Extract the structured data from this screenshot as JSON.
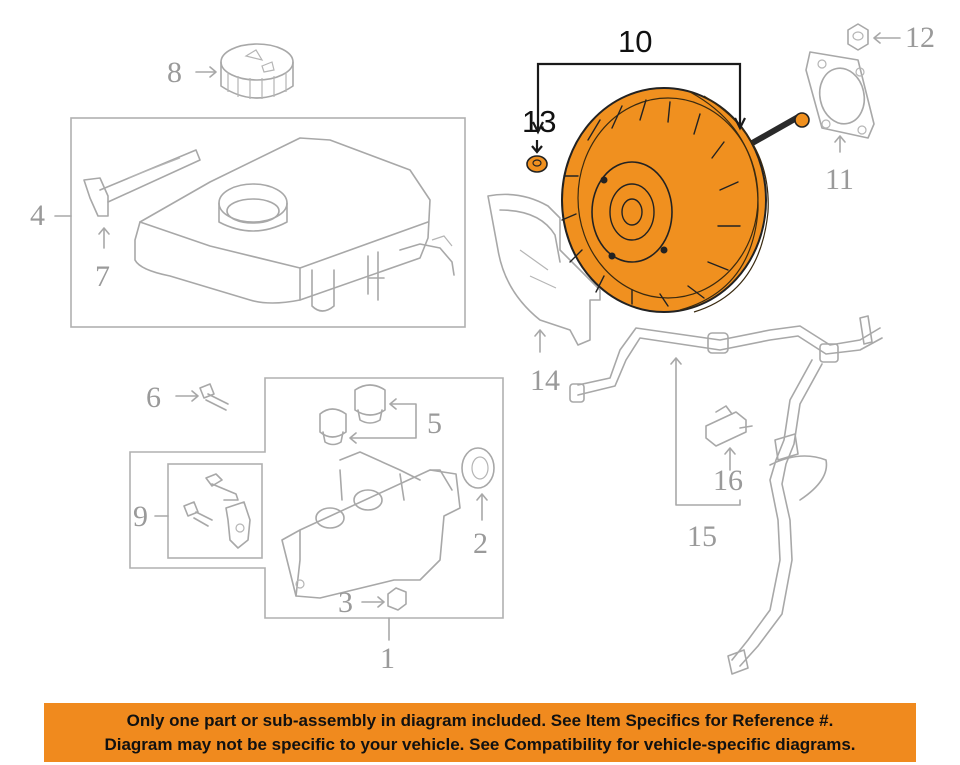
{
  "diagram": {
    "callouts": [
      {
        "id": "c1",
        "text": "1"
      },
      {
        "id": "c2",
        "text": "2"
      },
      {
        "id": "c3",
        "text": "3"
      },
      {
        "id": "c4",
        "text": "4"
      },
      {
        "id": "c5",
        "text": "5"
      },
      {
        "id": "c6",
        "text": "6"
      },
      {
        "id": "c7",
        "text": "7"
      },
      {
        "id": "c8",
        "text": "8"
      },
      {
        "id": "c9",
        "text": "9"
      },
      {
        "id": "c10",
        "text": "10"
      },
      {
        "id": "c11",
        "text": "11"
      },
      {
        "id": "c12",
        "text": "12"
      },
      {
        "id": "c13",
        "text": "13"
      },
      {
        "id": "c14",
        "text": "14"
      },
      {
        "id": "c15",
        "text": "15"
      },
      {
        "id": "c16",
        "text": "16"
      }
    ],
    "highlight_color": "#f0901f",
    "line_color": "#a8a8a8"
  },
  "footer": {
    "line1": "Only one part or sub-assembly in diagram included. See Item Specifics for Reference #.",
    "line2": "Diagram may not be specific to your vehicle. See Compatibility for vehicle-specific diagrams.",
    "bg_color": "#f08a1e"
  }
}
